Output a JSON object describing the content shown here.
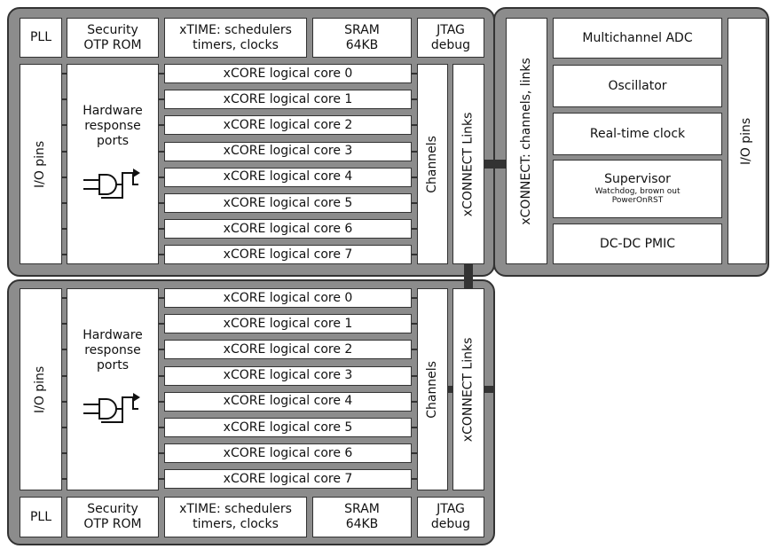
{
  "tile_top": {
    "pll": "PLL",
    "security": [
      "Security",
      "OTP ROM"
    ],
    "xtime": [
      "xTIME: schedulers",
      "timers, clocks"
    ],
    "sram": [
      "SRAM",
      "64KB"
    ],
    "jtag": [
      "JTAG",
      "debug"
    ],
    "io_pins": "I/O pins",
    "hw_ports": [
      "Hardware",
      "response",
      "ports"
    ],
    "cores": [
      "xCORE logical core 0",
      "xCORE logical core 1",
      "xCORE logical core 2",
      "xCORE logical core 3",
      "xCORE logical core 4",
      "xCORE logical core 5",
      "xCORE logical core 6",
      "xCORE logical core 7"
    ],
    "channels": "Channels",
    "links": "xCONNECT Links"
  },
  "tile_bottom": {
    "pll": "PLL",
    "security": [
      "Security",
      "OTP ROM"
    ],
    "xtime": [
      "xTIME: schedulers",
      "timers, clocks"
    ],
    "sram": [
      "SRAM",
      "64KB"
    ],
    "jtag": [
      "JTAG",
      "debug"
    ],
    "io_pins": "I/O pins",
    "hw_ports": [
      "Hardware",
      "response",
      "ports"
    ],
    "cores": [
      "xCORE logical core 0",
      "xCORE logical core 1",
      "xCORE logical core 2",
      "xCORE logical core 3",
      "xCORE logical core 4",
      "xCORE logical core 5",
      "xCORE logical core 6",
      "xCORE logical core 7"
    ],
    "channels": "Channels",
    "links": "xCONNECT Links"
  },
  "peripheral": {
    "xconnect": "xCONNECT: channels, links",
    "adc": "Multichannel ADC",
    "oscillator": "Oscillator",
    "rtc": "Real-time clock",
    "supervisor": "Supervisor",
    "supervisor_sub": [
      "Watchdog, brown out",
      "PowerOnRST"
    ],
    "pmic": "DC-DC PMIC",
    "io_pins": "I/O pins"
  },
  "colors": {
    "panel": "#8c8c8c",
    "border": "#333333",
    "box": "#ffffff"
  }
}
